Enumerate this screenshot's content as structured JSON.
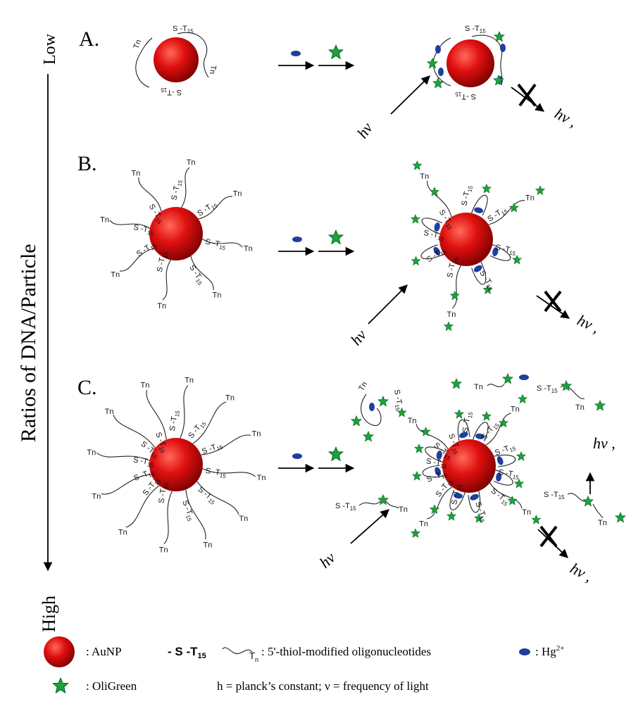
{
  "axis": {
    "title": "Ratios of DNA/Particle",
    "low": "Low",
    "high": "High"
  },
  "panels": {
    "a": {
      "label": "A."
    },
    "b": {
      "label": "B."
    },
    "c": {
      "label": "C."
    }
  },
  "strand_labels": {
    "thiol": "S",
    "anchor": "S -T",
    "anchor_sub": "15",
    "tail": "Tn"
  },
  "light": {
    "symbol": "hν",
    "blocked_symbol": "hν ,"
  },
  "legend": {
    "aunp": ": AuNP",
    "oligo_prefix": "- S -T",
    "oligo_sub": "15",
    "oligo_tail": "T",
    "oligo_tail_sub": "n",
    "oligo": ":  5'-thiol-modified oligonucleotides",
    "hg": ": Hg",
    "hg_sup": "2+",
    "oligreen": ": OliGreen",
    "constants": "h = planck’s constant;  ν = frequency of light"
  },
  "colors": {
    "gold_np": "#e01010",
    "gold_np_shade": "#7a0000",
    "mercury": "#1f3f9e",
    "oligreen": "#1aa33a"
  }
}
